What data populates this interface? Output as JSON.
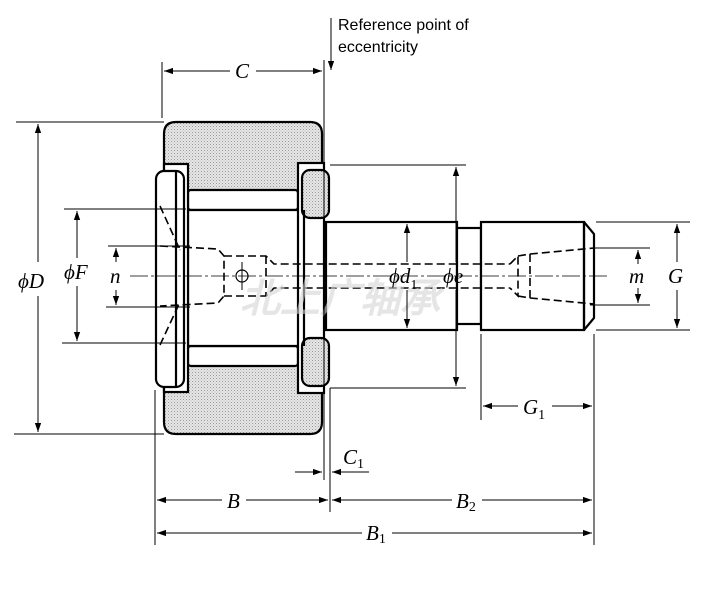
{
  "diagram": {
    "title": "Cam follower (stud type track roller) dimension drawing",
    "reference_note": {
      "line1": "Reference point of",
      "line2": "eccentricity"
    },
    "watermark": "北上广轴承",
    "dimensions": {
      "phiD": {
        "symbol": "ϕD",
        "main": "ϕD",
        "sub": ""
      },
      "phiF": {
        "symbol": "ϕF",
        "main": "ϕF",
        "sub": ""
      },
      "n": {
        "symbol": "n",
        "main": "n",
        "sub": ""
      },
      "phid1": {
        "symbol": "ϕd1",
        "main": "ϕd",
        "sub": "1"
      },
      "phie": {
        "symbol": "ϕe",
        "main": "ϕe",
        "sub": ""
      },
      "m": {
        "symbol": "m",
        "main": "m",
        "sub": ""
      },
      "G": {
        "symbol": "G",
        "main": "G",
        "sub": ""
      },
      "G1": {
        "symbol": "G1",
        "main": "G",
        "sub": "1"
      },
      "C": {
        "symbol": "C",
        "main": "C",
        "sub": ""
      },
      "C1": {
        "symbol": "C1",
        "main": "C",
        "sub": "1"
      },
      "B": {
        "symbol": "B",
        "main": "B",
        "sub": ""
      },
      "B1": {
        "symbol": "B1",
        "main": "B",
        "sub": "1"
      },
      "B2": {
        "symbol": "B2",
        "main": "B",
        "sub": "2"
      }
    },
    "colors": {
      "line": "#000000",
      "background": "#ffffff",
      "hatch": "#bdbdbd",
      "watermark": "#d4d4d4"
    }
  }
}
